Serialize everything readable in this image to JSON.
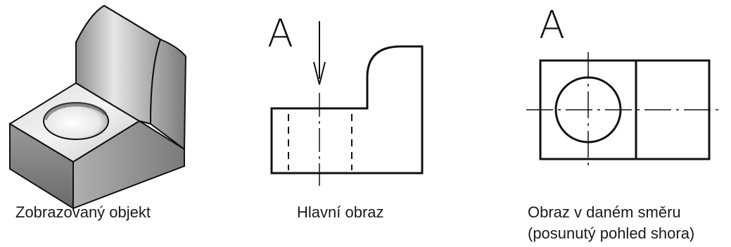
{
  "figure": {
    "panels": [
      {
        "id": "isometric",
        "caption": "Zobrazovaný objekt"
      },
      {
        "id": "main-view",
        "view_label": "A",
        "caption": "Hlavní obraz"
      },
      {
        "id": "directional-view",
        "view_label": "A",
        "caption_line1": "Obraz v daném směru",
        "caption_line2": "(posunutý pohled shora)"
      }
    ],
    "colors": {
      "line": "#111111",
      "shade_light": "#e8e8e8",
      "shade_mid": "#b5b5b5",
      "shade_dark": "#6e6e6e"
    }
  }
}
